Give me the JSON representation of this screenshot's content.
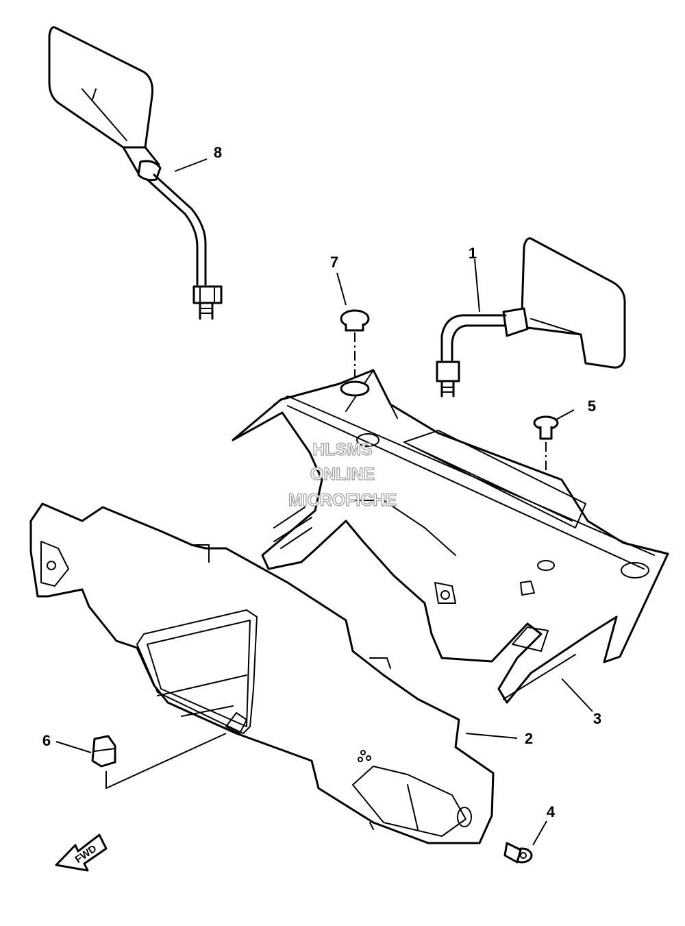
{
  "callouts": {
    "c1": "1",
    "c2": "2",
    "c3": "3",
    "c4": "4",
    "c5": "5",
    "c6": "6",
    "c7": "7",
    "c8": "8"
  },
  "watermark": {
    "line1": "HLSMS",
    "line2": "ONLINE",
    "line3": "MICROFICHE"
  },
  "direction_arrow": {
    "label": "FWD"
  }
}
